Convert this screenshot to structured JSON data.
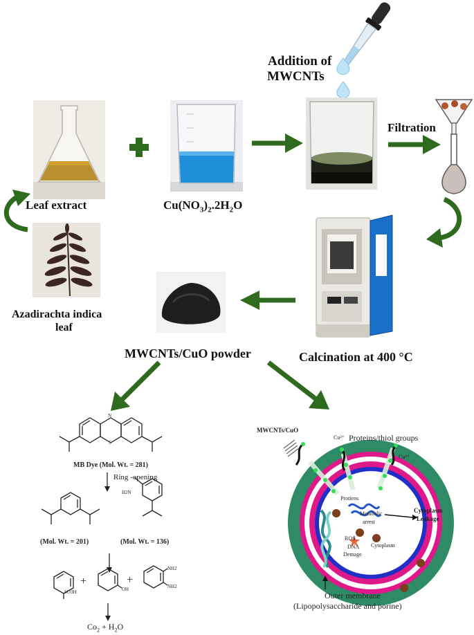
{
  "labels": {
    "addition_line1": "Addition of",
    "addition_line2": "MWCNTs",
    "leaf_extract": "Leaf extract",
    "cu_nitrate_main": "Cu(NO",
    "cu_nitrate_sub3": "3",
    "cu_nitrate_mid": ")",
    "cu_nitrate_sub2": "2",
    "cu_nitrate_rest": ".2H",
    "cu_nitrate_sub2b": "2",
    "cu_nitrate_end": "O",
    "filtration": "Filtration",
    "leaf_line1": "Azadirachta indica",
    "leaf_line2": "leaf",
    "powder": "MWCNTs/CuO powder",
    "calcination": "Calcination at 400 °C"
  },
  "degradation": {
    "mb_dye": "MB Dye (Mol. Wt. = 281)",
    "ring_opening": "Ring -opening",
    "mw_201": "(Mol. Wt. = 201)",
    "mw_136": "(Mol. Wt. = 136)",
    "plus1": "+",
    "plus2": "+",
    "final": "Co",
    "final_sub": "2",
    "final_rest": " + H",
    "final_sub2": "2",
    "final_end": "O",
    "so3h": "SO3H",
    "oh": "OH",
    "nh2": "NH2",
    "h2n": "H2N",
    "n": "N",
    "s": "S"
  },
  "mechanism": {
    "mwcnts_cuo": "MWCNTs/CuO",
    "cu1": "Cu²⁺",
    "cu2": "Cu²⁺",
    "proteins_thiol": "Proteins/thiol groups",
    "proteins": "Protiens",
    "metabolic": "Metabolic",
    "arrest": "arrest",
    "cyto_leak1": "Cytoplasm",
    "cyto_leak2": "Leakage",
    "ros": "ROS",
    "dna1": "DNA",
    "dna2": "Demage",
    "cytoplasm": "Cytoplasm",
    "outer1": "Outer membrane",
    "outer2": "(Lipopolysaccharide and porine)"
  },
  "colors": {
    "arrow_green": "#2f6b1f",
    "magenta": "#e0198a",
    "teal": "#2f8a66",
    "blue": "#1f2fc8",
    "solution_blue": "#1e8fd8"
  }
}
